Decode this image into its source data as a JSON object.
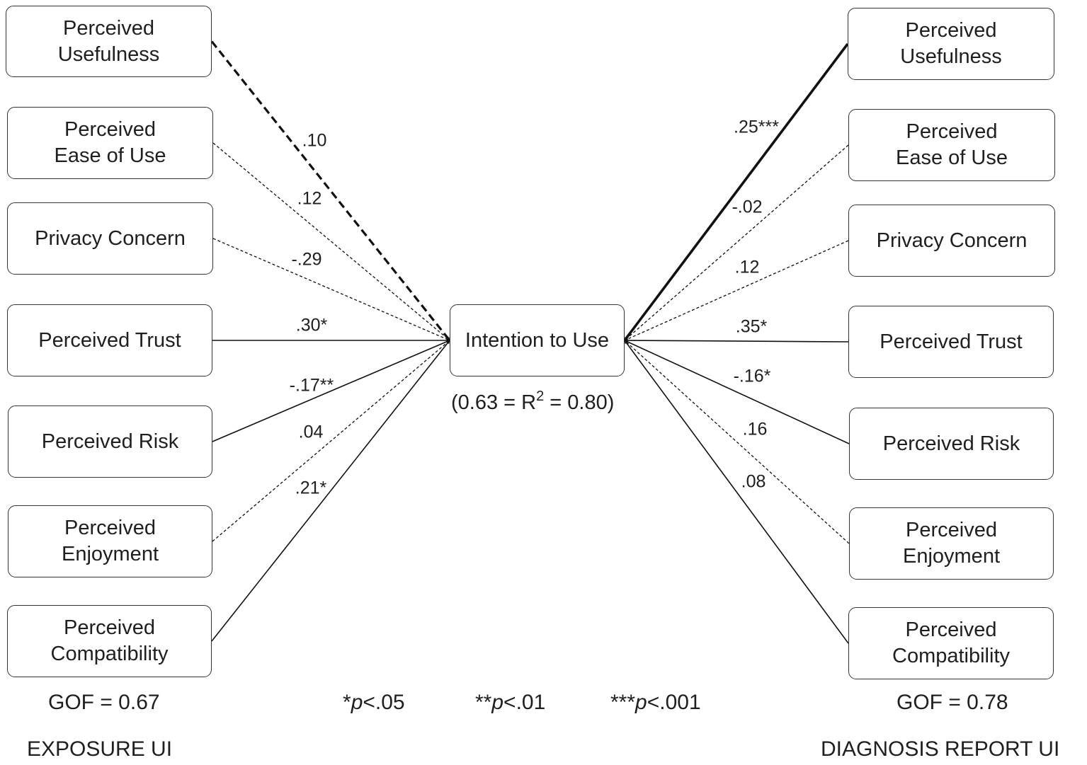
{
  "center": {
    "label": "Intention to Use",
    "r2_prefix": "(0.63 = R",
    "r2_exp": "2",
    "r2_suffix": " = 0.80)"
  },
  "left_group": {
    "title": "EXPOSURE UI",
    "gof": "GOF = 0.67",
    "constructs": [
      {
        "lines": [
          "Perceived",
          "Usefulness"
        ],
        "coef": ".10",
        "style": "dashed-bold"
      },
      {
        "lines": [
          "Perceived",
          "Ease of Use"
        ],
        "coef": ".12",
        "style": "dotted"
      },
      {
        "lines": [
          "Privacy Concern"
        ],
        "coef": "-.29",
        "style": "dotted"
      },
      {
        "lines": [
          "Perceived Trust"
        ],
        "coef": ".30*",
        "style": "solid"
      },
      {
        "lines": [
          "Perceived Risk"
        ],
        "coef": "-.17**",
        "style": "solid"
      },
      {
        "lines": [
          "Perceived",
          "Enjoyment"
        ],
        "coef": ".04",
        "style": "dotted"
      },
      {
        "lines": [
          "Perceived",
          "Compatibility"
        ],
        "coef": ".21*",
        "style": "solid"
      }
    ]
  },
  "right_group": {
    "title": "DIAGNOSIS REPORT UI",
    "gof": "GOF = 0.78",
    "constructs": [
      {
        "lines": [
          "Perceived",
          "Usefulness"
        ],
        "coef": ".25***",
        "style": "bold"
      },
      {
        "lines": [
          "Perceived",
          "Ease of Use"
        ],
        "coef": "-.02",
        "style": "dotted"
      },
      {
        "lines": [
          "Privacy Concern"
        ],
        "coef": ".12",
        "style": "dotted"
      },
      {
        "lines": [
          "Perceived Trust"
        ],
        "coef": ".35*",
        "style": "solid"
      },
      {
        "lines": [
          "Perceived Risk"
        ],
        "coef": "-.16*",
        "style": "solid"
      },
      {
        "lines": [
          "Perceived",
          "Enjoyment"
        ],
        "coef": ".16",
        "style": "dotted"
      },
      {
        "lines": [
          "Perceived",
          "Compatibility"
        ],
        "coef": ".08",
        "style": "solid"
      }
    ]
  },
  "legend": [
    {
      "stars": "*",
      "p": "p",
      "text": "<.05"
    },
    {
      "stars": "**",
      "p": "p",
      "text": "<.01"
    },
    {
      "stars": "***",
      "p": "p",
      "text": "<.001"
    }
  ]
}
